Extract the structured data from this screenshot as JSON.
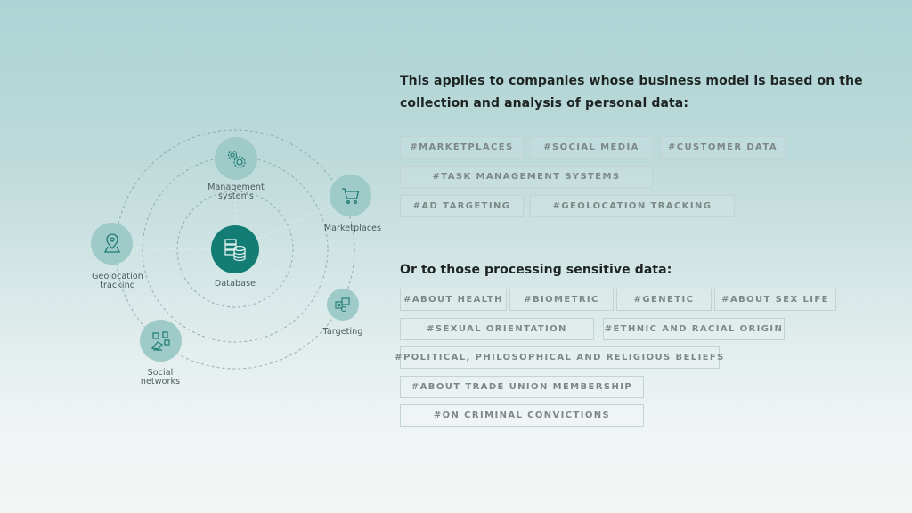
{
  "diagram": {
    "center": {
      "label": "Database",
      "icon": "database-server-icon",
      "color": "#137d75"
    },
    "nodes": [
      {
        "label_line1": "Management",
        "label_line2": "systems",
        "icon": "gears-icon"
      },
      {
        "label_line1": "Marketplaces",
        "label_line2": "",
        "icon": "shopping-cart-icon"
      },
      {
        "label_line1": "Geolocation",
        "label_line2": "tracking",
        "icon": "map-pin-icon"
      },
      {
        "label_line1": "Targeting",
        "label_line2": "",
        "icon": "targeting-ads-icon"
      },
      {
        "label_line1": "Social",
        "label_line2": "networks",
        "icon": "social-media-icon"
      }
    ],
    "node_color": "#9ecbc7",
    "icon_color": "#1f7a73"
  },
  "section1": {
    "heading_line1": "This applies to companies whose business model is based on the",
    "heading_line2": "collection and analysis of personal data:",
    "tags": [
      "#MARKETPLACES",
      "#SOCIAL MEDIA",
      "#CUSTOMER DATA",
      "#TASK MANAGEMENT SYSTEMS",
      "#AD TARGETING",
      "#GEOLOCATION TRACKING"
    ]
  },
  "section2": {
    "heading": "Or to those processing sensitive data:",
    "tags": [
      "#ABOUT HEALTH",
      "#BIOMETRIC",
      "#GENETIC",
      "#ABOUT SEX LIFE",
      "#SEXUAL ORIENTATION",
      "#ETHNIC AND RACIAL ORIGIN",
      "#POLITICAL, PHILOSOPHICAL AND RELIGIOUS BELIEFS",
      "#ABOUT TRADE UNION MEMBERSHIP",
      "#ON CRIMINAL CONVICTIONS"
    ]
  }
}
